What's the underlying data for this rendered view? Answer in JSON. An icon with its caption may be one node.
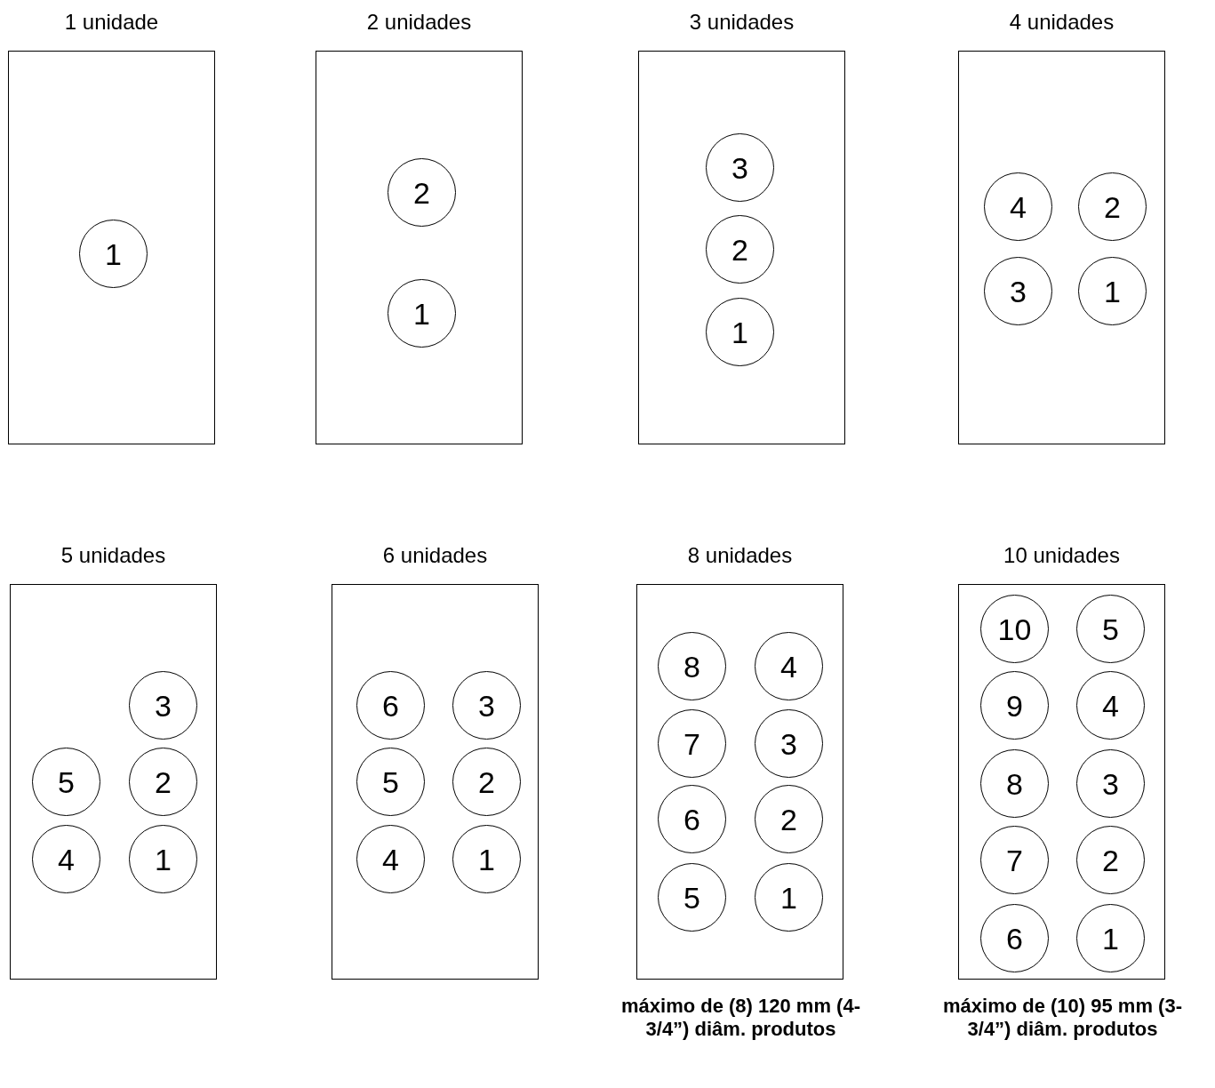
{
  "diagram": {
    "nodes": [
      {
        "text": [
          "1 unidade"
        ]
      },
      {
        "text": [
          "1"
        ],
        "in": 0
      },
      {
        "text": [
          "2 unidades"
        ]
      },
      {
        "text": [
          "2"
        ],
        "in": 2
      },
      {
        "text": [
          "1"
        ],
        "in": 2
      },
      {
        "text": [
          "3 unidades"
        ]
      },
      {
        "text": [
          "3"
        ],
        "in": 5
      },
      {
        "text": [
          "2"
        ],
        "in": 5
      },
      {
        "text": [
          "1"
        ],
        "in": 5
      },
      {
        "text": [
          "4 unidades"
        ]
      },
      {
        "text": [
          "4"
        ],
        "in": 9
      },
      {
        "text": [
          "2"
        ],
        "in": 9
      },
      {
        "text": [
          "3"
        ],
        "in": 9
      },
      {
        "text": [
          "1"
        ],
        "in": 9
      },
      {
        "text": [
          "5 unidades"
        ]
      },
      {
        "text": [
          "3"
        ],
        "in": 14
      },
      {
        "text": [
          "5"
        ],
        "in": 14
      },
      {
        "text": [
          "2"
        ],
        "in": 14
      },
      {
        "text": [
          "4"
        ],
        "in": 14
      },
      {
        "text": [
          "1"
        ],
        "in": 14
      },
      {
        "text": [
          "6 unidades"
        ]
      },
      {
        "text": [
          "6"
        ],
        "in": 20
      },
      {
        "text": [
          "3"
        ],
        "in": 20
      },
      {
        "text": [
          "5"
        ],
        "in": 20
      },
      {
        "text": [
          "2"
        ],
        "in": 20
      },
      {
        "text": [
          "4"
        ],
        "in": 20
      },
      {
        "text": [
          "1"
        ],
        "in": 20
      },
      {
        "text": [
          "8 unidades"
        ],
        "beside": [
          "máximo de (8) 120 mm (4-3/4”) diâm. produtos"
        ]
      },
      {
        "text": [
          "8"
        ],
        "in": 27
      },
      {
        "text": [
          "4"
        ],
        "in": 27
      },
      {
        "text": [
          "7"
        ],
        "in": 27
      },
      {
        "text": [
          "3"
        ],
        "in": 27
      },
      {
        "text": [
          "6"
        ],
        "in": 27
      },
      {
        "text": [
          "2"
        ],
        "in": 27
      },
      {
        "text": [
          "5"
        ],
        "in": 27
      },
      {
        "text": [
          "1"
        ],
        "in": 27
      },
      {
        "text": [
          "10 unidades"
        ],
        "beside": [
          "máximo de (10) 95 mm (3-3/4”) diâm. produtos"
        ]
      },
      {
        "text": [
          "10"
        ],
        "in": 36
      },
      {
        "text": [
          "5"
        ],
        "in": 36
      },
      {
        "text": [
          "9"
        ],
        "in": 36
      },
      {
        "text": [
          "4"
        ],
        "in": 36
      },
      {
        "text": [
          "8"
        ],
        "in": 36
      },
      {
        "text": [
          "3"
        ],
        "in": 36
      },
      {
        "text": [
          "7"
        ],
        "in": 36
      },
      {
        "text": [
          "2"
        ],
        "in": 36
      },
      {
        "text": [
          "6"
        ],
        "in": 36
      },
      {
        "text": [
          "1"
        ],
        "in": 36
      }
    ]
  }
}
